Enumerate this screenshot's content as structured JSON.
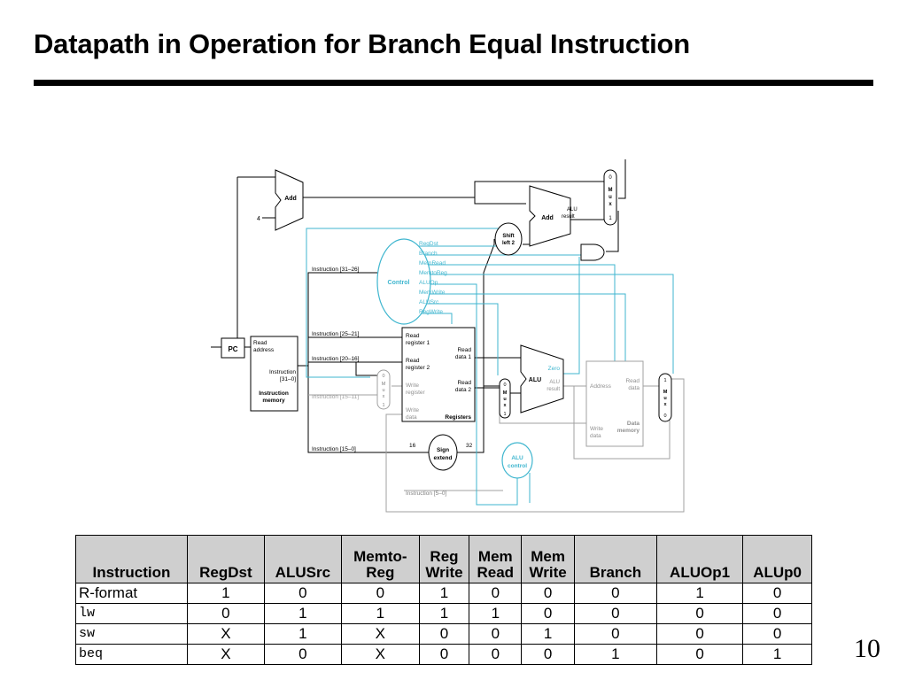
{
  "slide": {
    "title": "Datapath in Operation for Branch Equal Instruction",
    "page_number": "10"
  },
  "diagram": {
    "pc": "PC",
    "add_top": "Add",
    "four": "4",
    "add_branch": "Add",
    "alu_result_top_1": "ALU",
    "alu_result_top_2": "result",
    "shift_1": "Shift",
    "shift_2": "left 2",
    "mux_top_0": "0",
    "mux_top_m": "M",
    "mux_top_u": "u",
    "mux_top_x": "x",
    "mux_top_1": "1",
    "control": "Control",
    "control_signals": [
      "RegDst",
      "Branch",
      "MemRead",
      "MemtoReg",
      "ALUOp",
      "MemWrite",
      "ALUSrc",
      "RegWrite"
    ],
    "instr_31_26": "Instruction [31–26]",
    "instr_25_21": "Instruction [25–21]",
    "instr_20_16": "Instruction [20–16]",
    "instr_15_11": "Instruction [15–11]",
    "instr_15_0": "Instruction [15–0]",
    "instr_5_0": "Instruction [5–0]",
    "imem_read_1": "Read",
    "imem_read_2": "address",
    "imem_instr_1": "Instruction",
    "imem_instr_2": "[31–0]",
    "imem_name_1": "Instruction",
    "imem_name_2": "memory",
    "reg_rr1_1": "Read",
    "reg_rr1_2": "register 1",
    "reg_rr2_1": "Read",
    "reg_rr2_2": "register 2",
    "reg_wr_1": "Write",
    "reg_wr_2": "register",
    "reg_wd_1": "Write",
    "reg_wd_2": "data",
    "reg_rd1_1": "Read",
    "reg_rd1_2": "data 1",
    "reg_rd2_1": "Read",
    "reg_rd2_2": "data 2",
    "registers": "Registers",
    "alu": "ALU",
    "zero": "Zero",
    "alu_result_1": "ALU",
    "alu_result_2": "result",
    "dmem_addr": "Address",
    "dmem_rd_1": "Read",
    "dmem_rd_2": "data",
    "dmem_wd_1": "Write",
    "dmem_wd_2": "data",
    "dmem_name_1": "Data",
    "dmem_name_2": "memory",
    "sign_1": "Sign",
    "sign_2": "extend",
    "sixteen": "16",
    "thirtytwo": "32",
    "alu_control_1": "ALU",
    "alu_control_2": "control",
    "mux_reg_0": "0",
    "mux_reg_1": "1",
    "mux_alu_0": "0",
    "mux_alu_1": "1",
    "mux_mem_1": "1",
    "mux_mem_0": "0",
    "mux_letters": [
      "M",
      "u",
      "x"
    ]
  },
  "table": {
    "headers": [
      {
        "l1": "",
        "l2": "Instruction"
      },
      {
        "l1": "",
        "l2": "RegDst"
      },
      {
        "l1": "",
        "l2": "ALUSrc"
      },
      {
        "l1": "Memto-",
        "l2": "Reg"
      },
      {
        "l1": "Reg",
        "l2": "Write"
      },
      {
        "l1": "Mem",
        "l2": "Read"
      },
      {
        "l1": "Mem",
        "l2": "Write"
      },
      {
        "l1": "",
        "l2": "Branch"
      },
      {
        "l1": "",
        "l2": "ALUOp1"
      },
      {
        "l1": "",
        "l2": "ALUp0"
      }
    ],
    "rows": [
      [
        "R-format",
        "1",
        "0",
        "0",
        "1",
        "0",
        "0",
        "0",
        "1",
        "0"
      ],
      [
        "lw",
        "0",
        "1",
        "1",
        "1",
        "1",
        "0",
        "0",
        "0",
        "0"
      ],
      [
        "sw",
        "X",
        "1",
        "X",
        "0",
        "0",
        "1",
        "0",
        "0",
        "0"
      ],
      [
        "beq",
        "X",
        "0",
        "X",
        "0",
        "0",
        "0",
        "1",
        "0",
        "1"
      ]
    ]
  },
  "colors": {
    "control_cyan": "#3fb6cf",
    "inactive_gray": "#9a9a9a",
    "active_black": "#000000",
    "header_gray": "#cfcfcf"
  }
}
